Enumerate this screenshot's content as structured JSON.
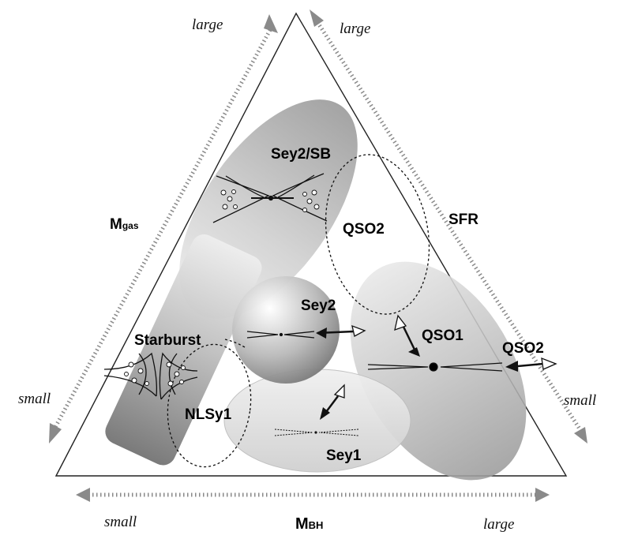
{
  "axes": {
    "left": {
      "label_main": "M",
      "label_sub": "gas",
      "end_top": "large",
      "end_bottom": "small"
    },
    "right": {
      "label": "SFR",
      "end_top": "large",
      "end_bottom": "small"
    },
    "bottom": {
      "label_main": "M",
      "label_sub": "BH",
      "end_left": "small",
      "end_right": "large"
    }
  },
  "regions": {
    "sey2sb": "Sey2/SB",
    "qso2_inner": "QSO2",
    "sey2": "Sey2",
    "starburst": "Starburst",
    "qso1": "QSO1",
    "qso2_outer": "QSO2",
    "nlsy1": "NLSy1",
    "sey1": "Sey1"
  },
  "colors": {
    "ink": "#000000",
    "axis_arrow": "#8a8a8a",
    "region_light": "#d6d6d6",
    "region_dark": "#7a7a7a"
  }
}
